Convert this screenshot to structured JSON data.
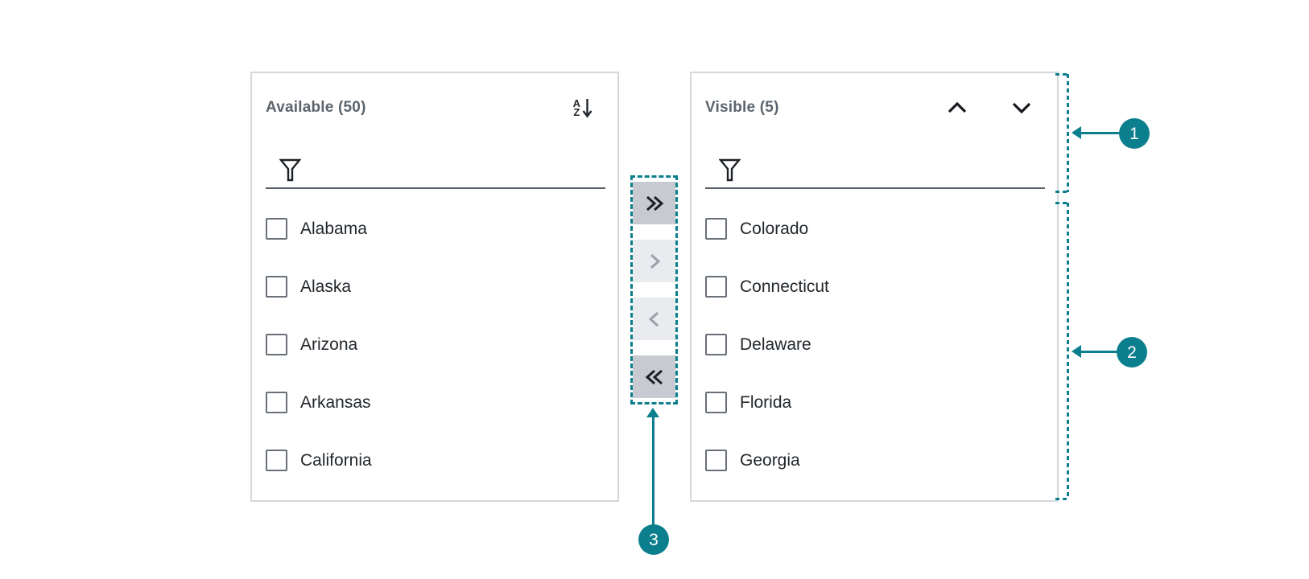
{
  "component": "dual-list-selector",
  "colors": {
    "annotation_teal": "#0c7f8e",
    "panel_border": "#d4d7db",
    "title_text": "#5b646d",
    "item_text": "#22272c",
    "checkbox_border": "#6a7077",
    "filter_underline": "#565d64",
    "button_enabled_bg": "#c7cbd1",
    "button_enabled_icon": "#1b2026",
    "button_disabled_bg": "#e9ebee",
    "button_disabled_icon": "#9aa1a8"
  },
  "available_panel": {
    "title": "Available (50)",
    "sort_icon": "sort-alphabetical-descending-icon",
    "filter": {
      "value": "",
      "placeholder": "",
      "icon": "filter-funnel-icon"
    },
    "items": [
      {
        "label": "Alabama",
        "checked": false
      },
      {
        "label": "Alaska",
        "checked": false
      },
      {
        "label": "Arizona",
        "checked": false
      },
      {
        "label": "Arkansas",
        "checked": false
      },
      {
        "label": "California",
        "checked": false
      }
    ]
  },
  "visible_panel": {
    "title": "Visible (5)",
    "reorder_icons": [
      "chevron-up-icon",
      "chevron-down-icon"
    ],
    "filter": {
      "value": "",
      "placeholder": "",
      "icon": "filter-funnel-icon"
    },
    "items": [
      {
        "label": "Colorado",
        "checked": false
      },
      {
        "label": "Connecticut",
        "checked": false
      },
      {
        "label": "Delaware",
        "checked": false
      },
      {
        "label": "Florida",
        "checked": false
      },
      {
        "label": "Georgia",
        "checked": false
      }
    ]
  },
  "transfer": {
    "buttons": [
      {
        "glyph": "double-chevron-right-icon",
        "action": "move-all-right",
        "enabled": true
      },
      {
        "glyph": "chevron-right-icon",
        "action": "move-selected-right",
        "enabled": false
      },
      {
        "glyph": "chevron-left-icon",
        "action": "move-selected-left",
        "enabled": false
      },
      {
        "glyph": "double-chevron-left-icon",
        "action": "move-all-left",
        "enabled": true
      }
    ]
  },
  "callouts": [
    {
      "number": "1",
      "target": "panel-header-and-filter-region"
    },
    {
      "number": "2",
      "target": "panel-list-region"
    },
    {
      "number": "3",
      "target": "transfer-buttons"
    }
  ]
}
